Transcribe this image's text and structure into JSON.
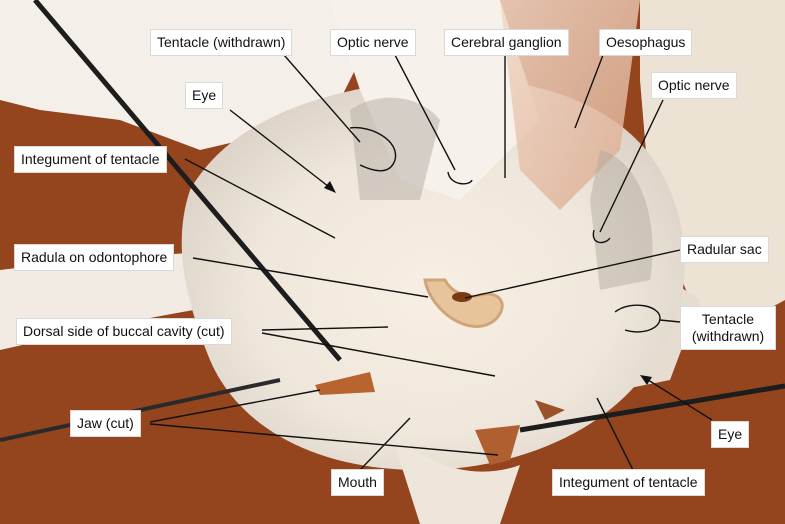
{
  "image": {
    "colors": {
      "background_tissue": "#8a3d16",
      "specimen": "#f1ece4",
      "shadow": "#b8ada3",
      "pin": "#1d1d1d",
      "radula": "#e8c49a",
      "radula_dark": "#7a3a14",
      "oesophagus": "#e4b8a0",
      "label_bg": "#ffffff",
      "leader_line": "#111111"
    }
  },
  "labels": {
    "tentacle_withdrawn_top": "Tentacle (withdrawn)",
    "optic_nerve_left": "Optic nerve",
    "cerebral_ganglion": "Cerebral ganglion",
    "oesophagus": "Oesophagus",
    "eye_top": "Eye",
    "optic_nerve_right": "Optic nerve",
    "integument_top": "Integument of tentacle",
    "radula_on_odontophore": "Radula on odontophore",
    "radular_sac": "Radular sac",
    "dorsal_side_buccal": "Dorsal side of buccal cavity (cut)",
    "tentacle_withdrawn_right_1": "Tentacle",
    "tentacle_withdrawn_right_2": "(withdrawn)",
    "jaw_cut": "Jaw (cut)",
    "eye_right": "Eye",
    "mouth": "Mouth",
    "integument_bottom": "Integument of tentacle"
  }
}
